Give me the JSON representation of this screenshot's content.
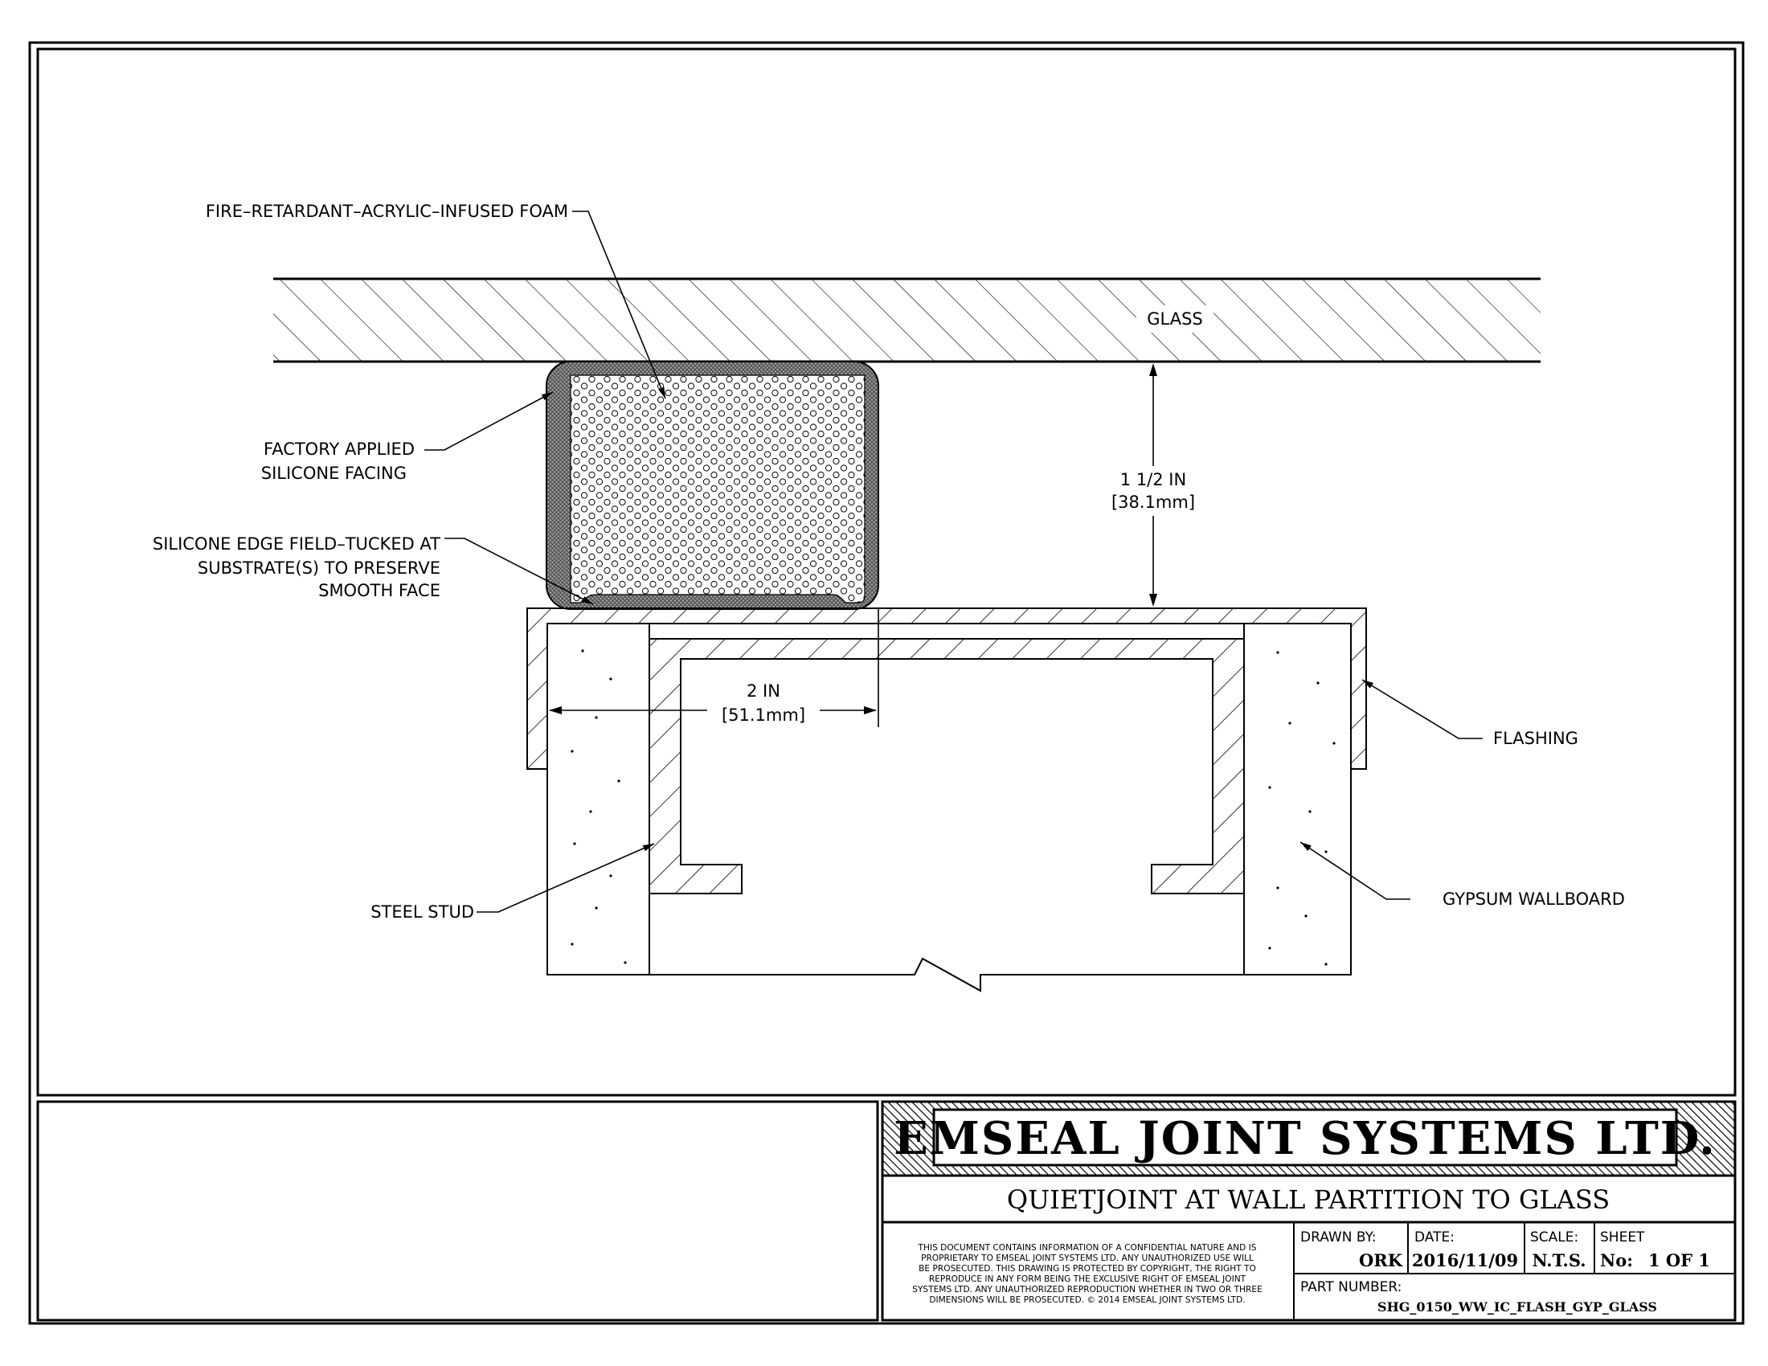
{
  "labels": {
    "foam": "FIRE–RETARDANT–ACRYLIC–INFUSED FOAM",
    "glass": "GLASS",
    "facing_line1": "FACTORY APPLIED",
    "facing_line2": "SILICONE FACING",
    "edge_line1": "SILICONE EDGE FIELD–TUCKED AT",
    "edge_line2": "SUBSTRATE(S) TO PRESERVE",
    "edge_line3": "SMOOTH FACE",
    "flashing": "FLASHING",
    "stud": "STEEL STUD",
    "gypsum": "GYPSUM WALLBOARD"
  },
  "dimensions": {
    "gap_imperial": "1 1/2 IN",
    "gap_metric": "[38.1mm]",
    "width_imperial": "2 IN",
    "width_metric": "[51.1mm]"
  },
  "title_block": {
    "company": "EMSEAL JOINT SYSTEMS LTD.",
    "title": "QUIETJOINT AT WALL PARTITION TO GLASS",
    "notice": [
      "THIS DOCUMENT CONTAINS INFORMATION OF A CONFIDENTIAL NATURE AND IS",
      "PROPRIETARY TO EMSEAL JOINT SYSTEMS LTD. ANY UNAUTHORIZED USE WILL",
      "BE PROSECUTED. THIS DRAWING IS PROTECTED BY COPYRIGHT, THE RIGHT TO",
      "REPRODUCE IN ANY FORM BEING THE EXCLUSIVE RIGHT OF EMSEAL JOINT",
      "SYSTEMS LTD. ANY UNAUTHORIZED REPRODUCTION WHETHER IN TWO OR THREE",
      "DIMENSIONS WILL BE PROSECUTED. © 2014 EMSEAL JOINT SYSTEMS LTD."
    ],
    "drawn_by_label": "DRAWN BY:",
    "drawn_by": "ORK",
    "date_label": "DATE:",
    "date": "2016/11/09",
    "scale_label": "SCALE:",
    "scale": "N.T.S.",
    "sheet_label": "SHEET",
    "sheet_no_label": "No:",
    "sheet_no": "1 OF 1",
    "part_number_label": "PART NUMBER:",
    "part_number": "SHG_0150_WW_IC_FLASH_GYP_GLASS"
  }
}
